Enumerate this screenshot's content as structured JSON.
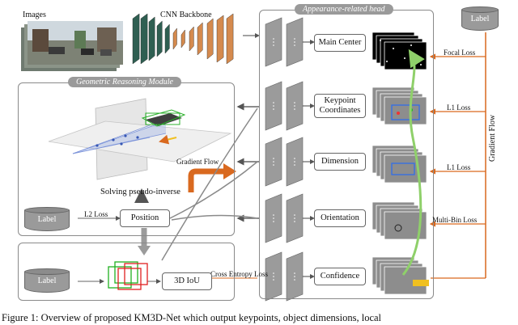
{
  "labels": {
    "images": "Images",
    "cnn_backbone": "CNN Backbone",
    "appearance_head": "Appearance-related head",
    "geometric_module": "Geometric Reasoning Module",
    "gradient_flow_orange": "Gradient Flow",
    "gradient_flow_vertical": "Gradient Flow",
    "solving": "Solving pseudo-inverse",
    "l2_loss": "L2 Loss",
    "cross_entropy": "Cross Entropy Loss",
    "focal_loss": "Focal Loss",
    "l1_loss_1": "L1 Loss",
    "l1_loss_2": "L1 Loss",
    "multibin_loss": "Multi-Bin Loss"
  },
  "boxes": {
    "main_center": "Main Center",
    "keypoint_line1": "Keypoint",
    "keypoint_line2": "Coordinates",
    "dimension": "Dimension",
    "orientation": "Orientation",
    "confidence": "Confidence",
    "position": "Position",
    "iou_3d": "3D IoU"
  },
  "label_nodes": {
    "top_right": "Label",
    "mid_left": "Label",
    "bottom_left": "Label"
  },
  "caption": "Figure 1: Overview of proposed KM3D-Net which output keypoints, object dimensions, local",
  "colors": {
    "orange": "#d9691f",
    "green": "#8fd06a",
    "cnn_teal": "#2f5f52",
    "cnn_orange": "#d58a4e",
    "gray_block": "#9b9b9b"
  }
}
